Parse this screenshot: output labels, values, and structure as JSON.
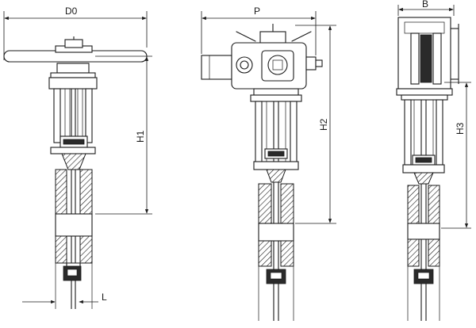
{
  "labels": {
    "d0": "D0",
    "h1": "H1",
    "l": "L",
    "p": "P",
    "h2": "H2",
    "b": "B",
    "h3": "H3"
  }
}
